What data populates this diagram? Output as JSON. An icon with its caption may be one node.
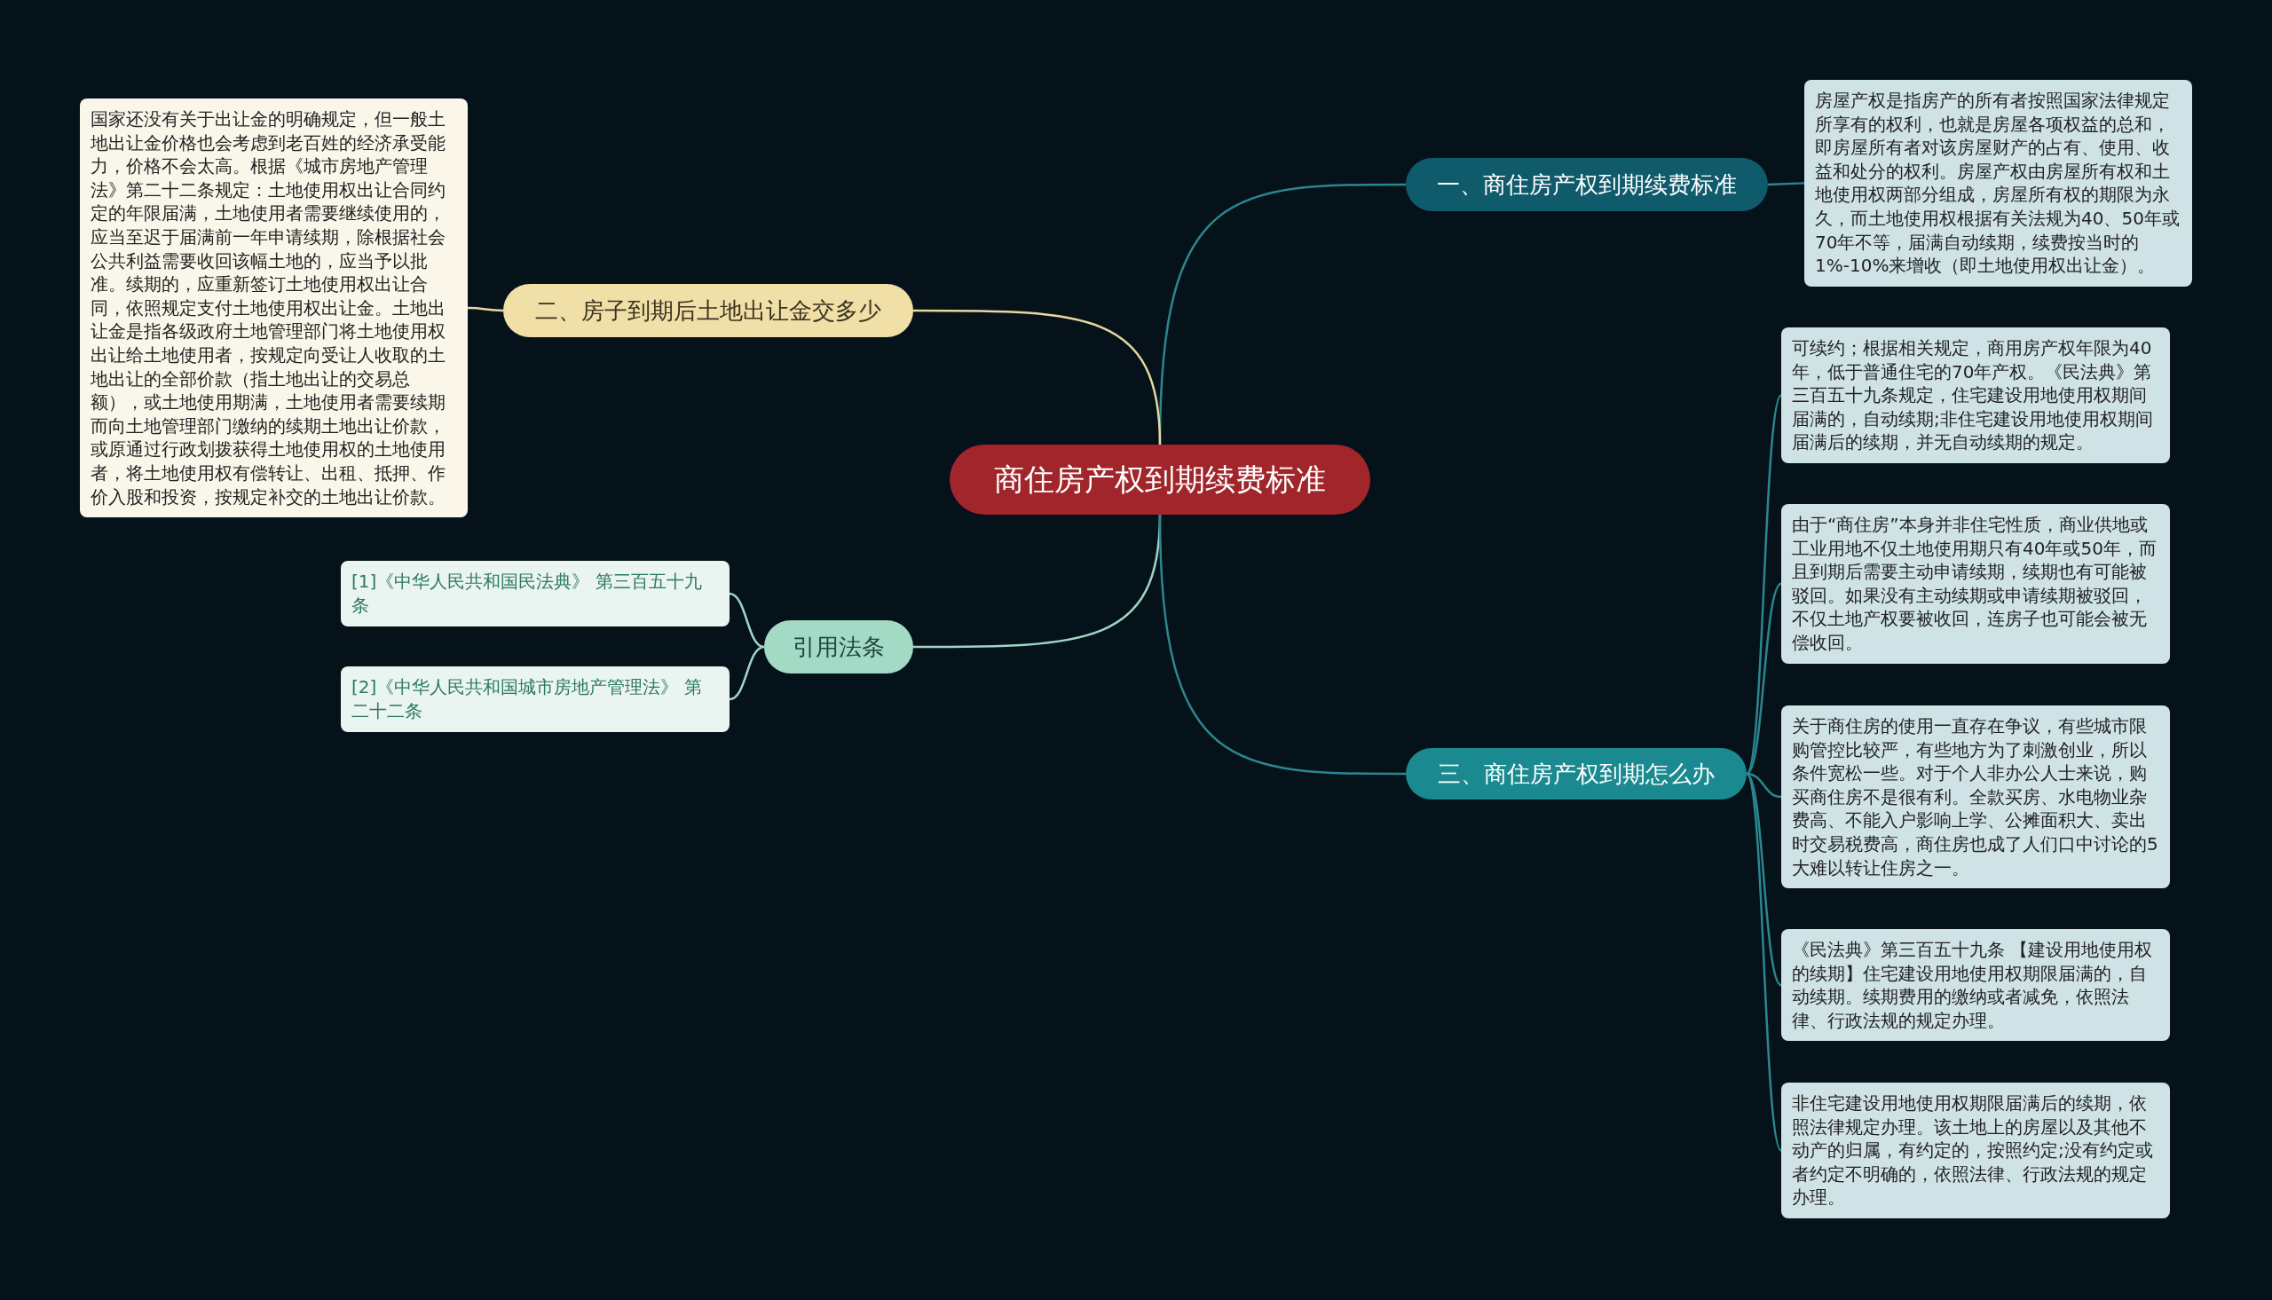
{
  "diagram": {
    "nodes": [
      {
        "text": [
          "商住房产权到期续费标准"
        ]
      },
      {
        "text": [
          "一、商住房产权到期续费标准"
        ]
      },
      {
        "text": [
          "房屋产权是指房产的所有者按照国家法律规定所享有的权利，也就是房屋各项权益的总和，即房屋所有者对该房屋财产的占有、使用、收益和处分的权利。房屋产权由房屋所有权和土地使用权两部分组成，房屋所有权的期限为永久，而土地使用权根据有关法规为40、50年或70年不等，届满自动续期，续费按当时的1%-10%来增收（即土地使用权出让金）。"
        ]
      },
      {
        "text": [
          "二、房子到期后土地出让金交多少"
        ]
      },
      {
        "text": [
          "国家还没有关于出让金的明确规定，但一般土地出让金价格也会考虑到老百姓的经济承受能力，价格不会太高。根据《城市房地产管理法》第二十二条规定：土地使用权出让合同约定的年限届满，土地使用者需要继续使用的，应当至迟于届满前一年申请续期，除根据社会公共利益需要收回该幅土地的，应当予以批准。续期的，应重新签订土地使用权出让合同，依照规定支付土地使用权出让金。土地出让金是指各级政府土地管理部门将土地使用权出让给土地使用者，按规定向受让人收取的土地出让的全部价款（指土地出让的交易总额），或土地使用期满，土地使用者需要续期而向土地管理部门缴纳的续期土地出让价款，或原通过行政划拨获得土地使用权的土地使用者，将土地使用权有偿转让、出租、抵押、作价入股和投资，按规定补交的土地出让价款。"
        ]
      },
      {
        "text": [
          "引用法条"
        ]
      },
      {
        "text": [
          "[1]《中华人民共和国民法典》 第三百五十九条"
        ]
      },
      {
        "text": [
          "[2]《中华人民共和国城市房地产管理法》 第二十二条"
        ]
      },
      {
        "text": [
          "三、商住房产权到期怎么办"
        ]
      },
      {
        "text": [
          "可续约；根据相关规定，商用房产权年限为40年，低于普通住宅的70年产权。《民法典》第三百五十九条规定，住宅建设用地使用权期间届满的，自动续期;非住宅建设用地使用权期间届满后的续期，并无自动续期的规定。"
        ]
      },
      {
        "text": [
          "由于“商住房”本身并非住宅性质，商业供地或工业用地不仅土地使用期只有40年或50年，而且到期后需要主动申请续期，续期也有可能被驳回。如果没有主动续期或申请续期被驳回，不仅土地产权要被收回，连房子也可能会被无偿收回。"
        ]
      },
      {
        "text": [
          "关于商住房的使用一直存在争议，有些城市限购管控比较严，有些地方为了刺激创业，所以条件宽松一些。对于个人非办公人士来说，购买商住房不是很有利。全款买房、水电物业杂费高、不能入户影响上学、公摊面积大、卖出时交易税费高，商住房也成了人们口中讨论的5大难以转让住房之一。"
        ]
      },
      {
        "text": [
          "《民法典》第三百五十九条 【建设用地使用权的续期】住宅建设用地使用权期限届满的，自动续期。续期费用的缴纳或者减免，依照法律、行政法规的规定办理。"
        ]
      },
      {
        "text": [
          "非住宅建设用地使用权期限届满后的续期，依照法律规定办理。该土地上的房屋以及其他不动产的归属，有约定的，按照约定;没有约定或者约定不明确的，依照法律、行政法规的规定办理。"
        ]
      }
    ],
    "edges": [
      {
        "from": 0,
        "to": 1,
        "arrow": "none"
      },
      {
        "from": 1,
        "to": 2,
        "arrow": "none"
      },
      {
        "from": 0,
        "to": 3,
        "arrow": "none",
        "color": "#e8d8a0"
      },
      {
        "from": 3,
        "to": 4,
        "arrow": "none",
        "color": "#e8d8a0"
      },
      {
        "from": 0,
        "to": 5,
        "arrow": "none",
        "color": "#9fd6c2"
      },
      {
        "from": 5,
        "to": 6,
        "arrow": "none",
        "color": "#9fd6c2"
      },
      {
        "from": 5,
        "to": 7,
        "arrow": "none",
        "color": "#9fd6c2"
      },
      {
        "from": 0,
        "to": 8,
        "arrow": "none"
      },
      {
        "from": 8,
        "to": 9,
        "arrow": "none"
      },
      {
        "from": 8,
        "to": 10,
        "arrow": "none"
      },
      {
        "from": 8,
        "to": 11,
        "arrow": "none"
      },
      {
        "from": 8,
        "to": 12,
        "arrow": "none"
      },
      {
        "from": 8,
        "to": 13,
        "arrow": "none"
      }
    ]
  }
}
